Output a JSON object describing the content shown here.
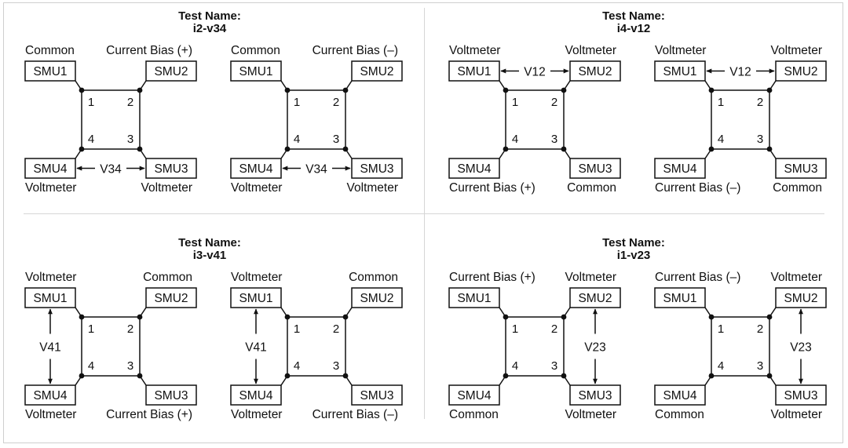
{
  "panels": [
    {
      "test_label": "Test Name:",
      "test_name": "i2-v34",
      "meas": "34",
      "configs": [
        {
          "roles": {
            "1": "Common",
            "2": "Current Bias (+)",
            "3": "Voltmeter",
            "4": "Voltmeter"
          }
        },
        {
          "roles": {
            "1": "Common",
            "2": "Current Bias (–)",
            "3": "Voltmeter",
            "4": "Voltmeter"
          }
        }
      ]
    },
    {
      "test_label": "Test Name:",
      "test_name": "i4-v12",
      "meas": "12",
      "configs": [
        {
          "roles": {
            "1": "Voltmeter",
            "2": "Voltmeter",
            "3": "Common",
            "4": "Current Bias (+)"
          }
        },
        {
          "roles": {
            "1": "Voltmeter",
            "2": "Voltmeter",
            "3": "Common",
            "4": "Current Bias (–)"
          }
        }
      ]
    },
    {
      "test_label": "Test Name:",
      "test_name": "i3-v41",
      "meas": "41",
      "configs": [
        {
          "roles": {
            "1": "Voltmeter",
            "2": "Common",
            "3": "Current Bias (+)",
            "4": "Voltmeter"
          }
        },
        {
          "roles": {
            "1": "Voltmeter",
            "2": "Common",
            "3": "Current Bias (–)",
            "4": "Voltmeter"
          }
        }
      ]
    },
    {
      "test_label": "Test Name:",
      "test_name": "i1-v23",
      "meas": "23",
      "configs": [
        {
          "roles": {
            "1": "Current Bias (+)",
            "2": "Voltmeter",
            "3": "Voltmeter",
            "4": "Common"
          }
        },
        {
          "roles": {
            "1": "Current Bias (–)",
            "2": "Voltmeter",
            "3": "Voltmeter",
            "4": "Common"
          }
        }
      ]
    }
  ],
  "smu_labels": {
    "1": "SMU1",
    "2": "SMU2",
    "3": "SMU3",
    "4": "SMU4"
  },
  "meas_labels": {
    "34": "V34",
    "12": "V12",
    "41": "V41",
    "23": "V23"
  },
  "corner_numbers": {
    "1": "1",
    "2": "2",
    "3": "3",
    "4": "4"
  },
  "colors": {
    "line": "#111111",
    "divider": "#d6d6d6",
    "frame": "#cfcfcf",
    "text": "#111111"
  }
}
